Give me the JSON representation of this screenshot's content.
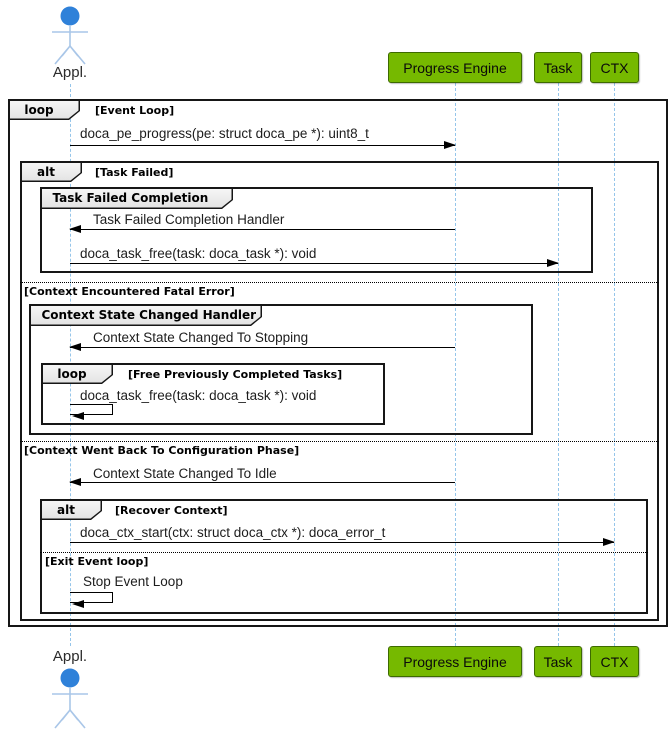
{
  "colors": {
    "participant_fill": "#76b900",
    "participant_border": "#3d6a00",
    "actor_head": "#2f81d9",
    "actor_limbs": "#a9c6e8",
    "lifeline": "#95c5ea"
  },
  "actor": {
    "label": "Appl."
  },
  "participants": [
    {
      "label": "Progress Engine"
    },
    {
      "label": "Task"
    },
    {
      "label": "CTX"
    }
  ],
  "frames": {
    "event_loop": {
      "operator": "loop",
      "condition": "[Event Loop]"
    },
    "task_failed": {
      "operator": "alt",
      "condition": "[Task Failed]"
    },
    "task_failed_completion": {
      "title": "Task Failed Completion"
    },
    "fatal_error_divider": {
      "label": "[Context Encountered Fatal Error]"
    },
    "ctx_state_handler": {
      "title": "Context State Changed Handler"
    },
    "free_tasks_loop": {
      "operator": "loop",
      "condition": "[Free Previously Completed Tasks]"
    },
    "config_phase_divider": {
      "label": "[Context Went Back To Configuration Phase]"
    },
    "recover_ctx": {
      "operator": "alt",
      "condition": "[Recover Context]"
    },
    "exit_divider": {
      "label": "[Exit Event loop]"
    }
  },
  "messages": {
    "pe_progress": "doca_pe_progress(pe: struct doca_pe *): uint8_t",
    "task_failed_handler": "Task Failed Completion Handler",
    "task_free_1": "doca_task_free(task: doca_task *): void",
    "state_stopping": "Context State Changed To Stopping",
    "task_free_2": "doca_task_free(task: doca_task *): void",
    "state_idle": "Context State Changed To Idle",
    "ctx_start": "doca_ctx_start(ctx: struct doca_ctx *): doca_error_t",
    "stop_loop": "Stop Event Loop"
  }
}
